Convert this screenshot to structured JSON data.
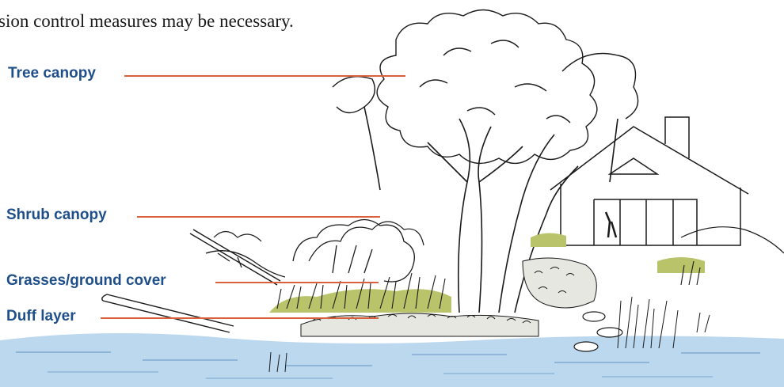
{
  "intro": {
    "text": "sion control measures may be necessary."
  },
  "callouts": [
    {
      "id": "tree",
      "label": "Tree canopy"
    },
    {
      "id": "shrub",
      "label": "Shrub canopy"
    },
    {
      "id": "grass",
      "label": "Grasses/ground cover"
    },
    {
      "id": "duff",
      "label": "Duff layer"
    }
  ],
  "colors": {
    "label_text": "#1f4f8a",
    "leader_line": "#d9603b",
    "ink": "#1a1a1a",
    "water": "#bcd8ee",
    "grass_fill": "#b9c46a",
    "body_text": "#1a1a1a"
  }
}
